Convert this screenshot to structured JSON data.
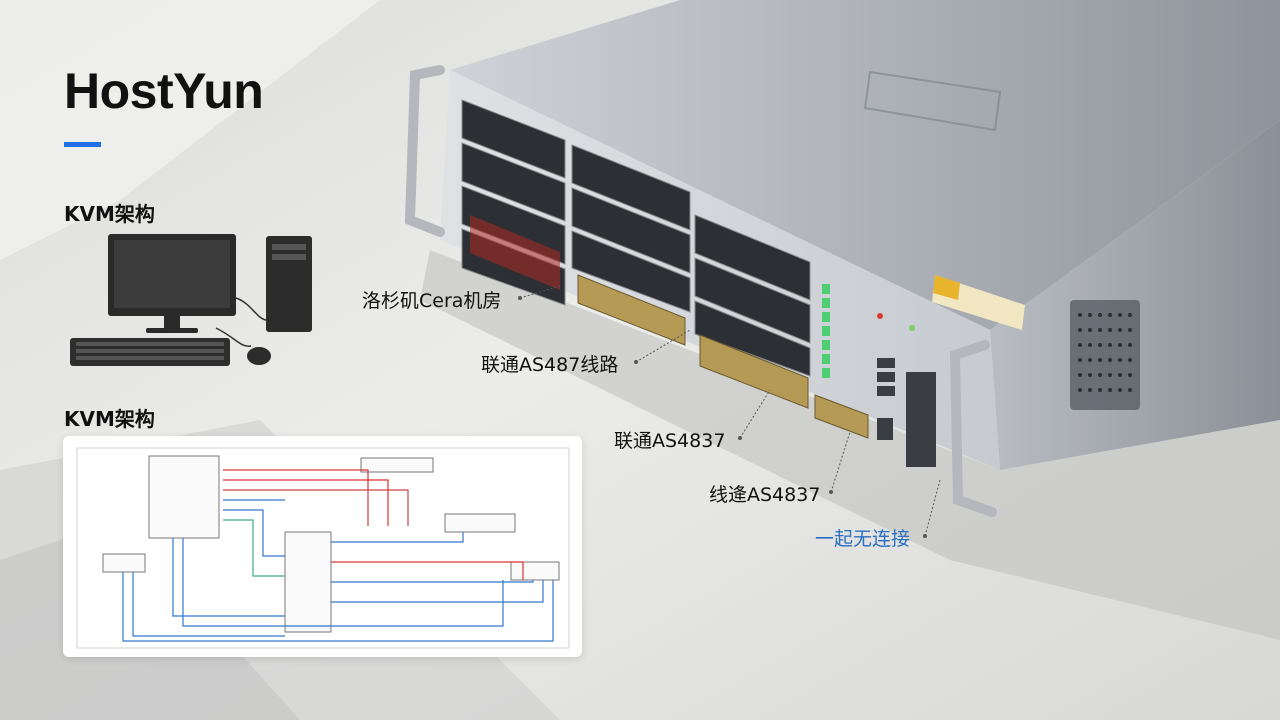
{
  "brand": {
    "name": "HostYun"
  },
  "sections": [
    {
      "label": "KVM架构"
    },
    {
      "label": "KVM架构"
    }
  ],
  "callouts": [
    {
      "text": "洛杉矶Cera机房"
    },
    {
      "text": "联通AS487线路"
    },
    {
      "text": "联通AS4837"
    },
    {
      "text": "线逄AS4837"
    },
    {
      "text": "一起无连接"
    }
  ],
  "colors": {
    "accent": "#1f6fe5",
    "callout_blue": "#2a6fc4"
  }
}
